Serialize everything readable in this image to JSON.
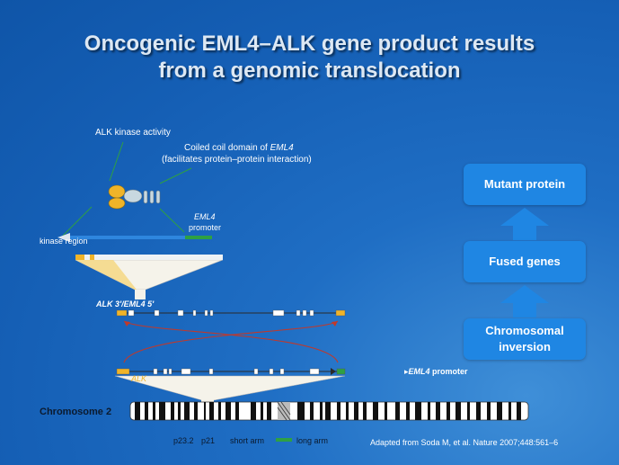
{
  "title": {
    "line1": "Oncogenic EML4–ALK gene product results",
    "line2": "from a genomic translocation"
  },
  "labels": {
    "alk_kinase_activity": "ALK kinase activity",
    "coiled_coil_prefix": "Coiled coil domain of ",
    "coiled_coil_gene": "EML4",
    "coiled_coil_note": "(facilitates protein–protein interaction)",
    "eml4_promoter_gene": "EML4",
    "eml4_promoter_word": "promoter",
    "kinase_region": "kinase region",
    "fusion_label": "ALK 3'/EML4 5'",
    "alk": "ALK",
    "eml4_promoter_right_gene": "EML4",
    "eml4_promoter_right_word": " promoter",
    "chromosome": "Chromosome 2",
    "p23": "p23.2",
    "p21": "p21",
    "short_arm": "short arm",
    "long_arm": "long arm"
  },
  "flow": {
    "step1": "Mutant protein",
    "step2": "Fused genes",
    "step3_line1": "Chromosomal",
    "step3_line2": "inversion"
  },
  "credit": "Adapted from Soda M, et al. Nature 2007;448:561–6",
  "colors": {
    "flow_box": "#1f86e3",
    "alk_orange": "#f0b429",
    "eml4_green": "#2ea043",
    "kinase_blue": "#2e86de",
    "arc_red": "#c0392b"
  }
}
